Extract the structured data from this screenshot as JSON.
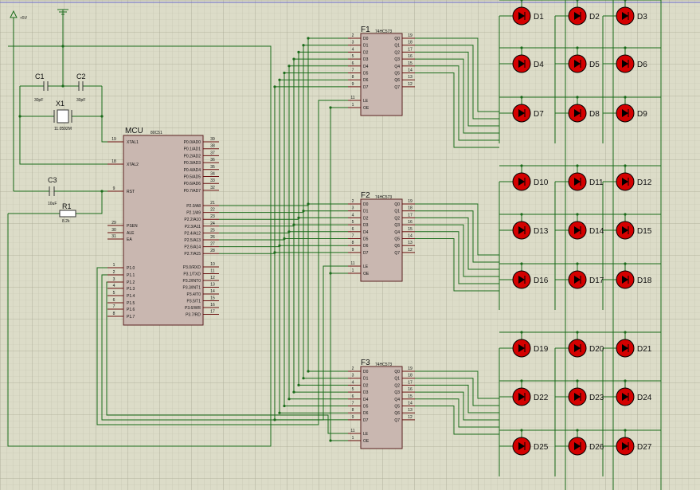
{
  "power": {
    "label": "+5V"
  },
  "crystal": {
    "ref": "X1",
    "value": "11.0592M"
  },
  "caps": [
    {
      "ref": "C1",
      "value": "30pF"
    },
    {
      "ref": "C2",
      "value": "30pF"
    },
    {
      "ref": "C3",
      "value": "10uF"
    }
  ],
  "resistor": {
    "ref": "R1",
    "value": "8.2k"
  },
  "mcu": {
    "ref": "MCU",
    "part": "80C51",
    "left_pins": [
      {
        "num": "19",
        "name": "XTAL1"
      },
      {
        "num": "18",
        "name": "XTAL2"
      },
      {
        "num": "9",
        "name": "RST"
      },
      {
        "num": "29",
        "name": "PSEN"
      },
      {
        "num": "30",
        "name": "ALE"
      },
      {
        "num": "31",
        "name": "EA"
      },
      {
        "num": "1",
        "name": "P1.0"
      },
      {
        "num": "2",
        "name": "P1.1"
      },
      {
        "num": "3",
        "name": "P1.2"
      },
      {
        "num": "4",
        "name": "P1.3"
      },
      {
        "num": "5",
        "name": "P1.4"
      },
      {
        "num": "6",
        "name": "P1.5"
      },
      {
        "num": "7",
        "name": "P1.6"
      },
      {
        "num": "8",
        "name": "P1.7"
      }
    ],
    "right_pins": [
      {
        "num": "39",
        "name": "P0.0/AD0"
      },
      {
        "num": "38",
        "name": "P0.1/AD1"
      },
      {
        "num": "37",
        "name": "P0.2/AD2"
      },
      {
        "num": "36",
        "name": "P0.3/AD3"
      },
      {
        "num": "35",
        "name": "P0.4/AD4"
      },
      {
        "num": "34",
        "name": "P0.5/AD5"
      },
      {
        "num": "33",
        "name": "P0.6/AD6"
      },
      {
        "num": "32",
        "name": "P0.7/AD7"
      },
      {
        "num": "21",
        "name": "P2.0/A8"
      },
      {
        "num": "22",
        "name": "P2.1/A9"
      },
      {
        "num": "23",
        "name": "P2.2/A10"
      },
      {
        "num": "24",
        "name": "P2.3/A11"
      },
      {
        "num": "25",
        "name": "P2.4/A12"
      },
      {
        "num": "26",
        "name": "P2.5/A13"
      },
      {
        "num": "27",
        "name": "P2.6/A14"
      },
      {
        "num": "28",
        "name": "P2.7/A15"
      },
      {
        "num": "10",
        "name": "P3.0/RXD"
      },
      {
        "num": "11",
        "name": "P3.1/TXD"
      },
      {
        "num": "12",
        "name": "P3.2/INT0"
      },
      {
        "num": "13",
        "name": "P3.3/INT1"
      },
      {
        "num": "14",
        "name": "P3.4/T0"
      },
      {
        "num": "15",
        "name": "P3.5/T1"
      },
      {
        "num": "16",
        "name": "P3.6/WR"
      },
      {
        "num": "17",
        "name": "P3.7/RD"
      }
    ]
  },
  "latches": [
    {
      "ref": "F1",
      "part": "74HC573"
    },
    {
      "ref": "F2",
      "part": "74HC573"
    },
    {
      "ref": "F3",
      "part": "74HC573"
    }
  ],
  "latch_pins": {
    "left": [
      {
        "num": "2",
        "name": "D0"
      },
      {
        "num": "3",
        "name": "D1"
      },
      {
        "num": "4",
        "name": "D2"
      },
      {
        "num": "5",
        "name": "D3"
      },
      {
        "num": "6",
        "name": "D4"
      },
      {
        "num": "7",
        "name": "D5"
      },
      {
        "num": "8",
        "name": "D6"
      },
      {
        "num": "9",
        "name": "D7"
      },
      {
        "num": "11",
        "name": "LE"
      },
      {
        "num": "1",
        "name": "OE"
      }
    ],
    "right": [
      {
        "num": "19",
        "name": "Q0"
      },
      {
        "num": "18",
        "name": "Q1"
      },
      {
        "num": "17",
        "name": "Q2"
      },
      {
        "num": "16",
        "name": "Q3"
      },
      {
        "num": "15",
        "name": "Q4"
      },
      {
        "num": "14",
        "name": "Q5"
      },
      {
        "num": "13",
        "name": "Q6"
      },
      {
        "num": "12",
        "name": "Q7"
      }
    ]
  },
  "leds": [
    "D1",
    "D2",
    "D3",
    "D4",
    "D5",
    "D6",
    "D7",
    "D8",
    "D9",
    "D10",
    "D11",
    "D12",
    "D13",
    "D14",
    "D15",
    "D16",
    "D17",
    "D18",
    "D19",
    "D20",
    "D21",
    "D22",
    "D23",
    "D24",
    "D25",
    "D26",
    "D27"
  ],
  "colors": {
    "wire": "#1a6b1a",
    "chip_fill": "#c9b7b0",
    "chip_border": "#5a2020",
    "led": "#d40000",
    "background": "#dcdcc8"
  }
}
